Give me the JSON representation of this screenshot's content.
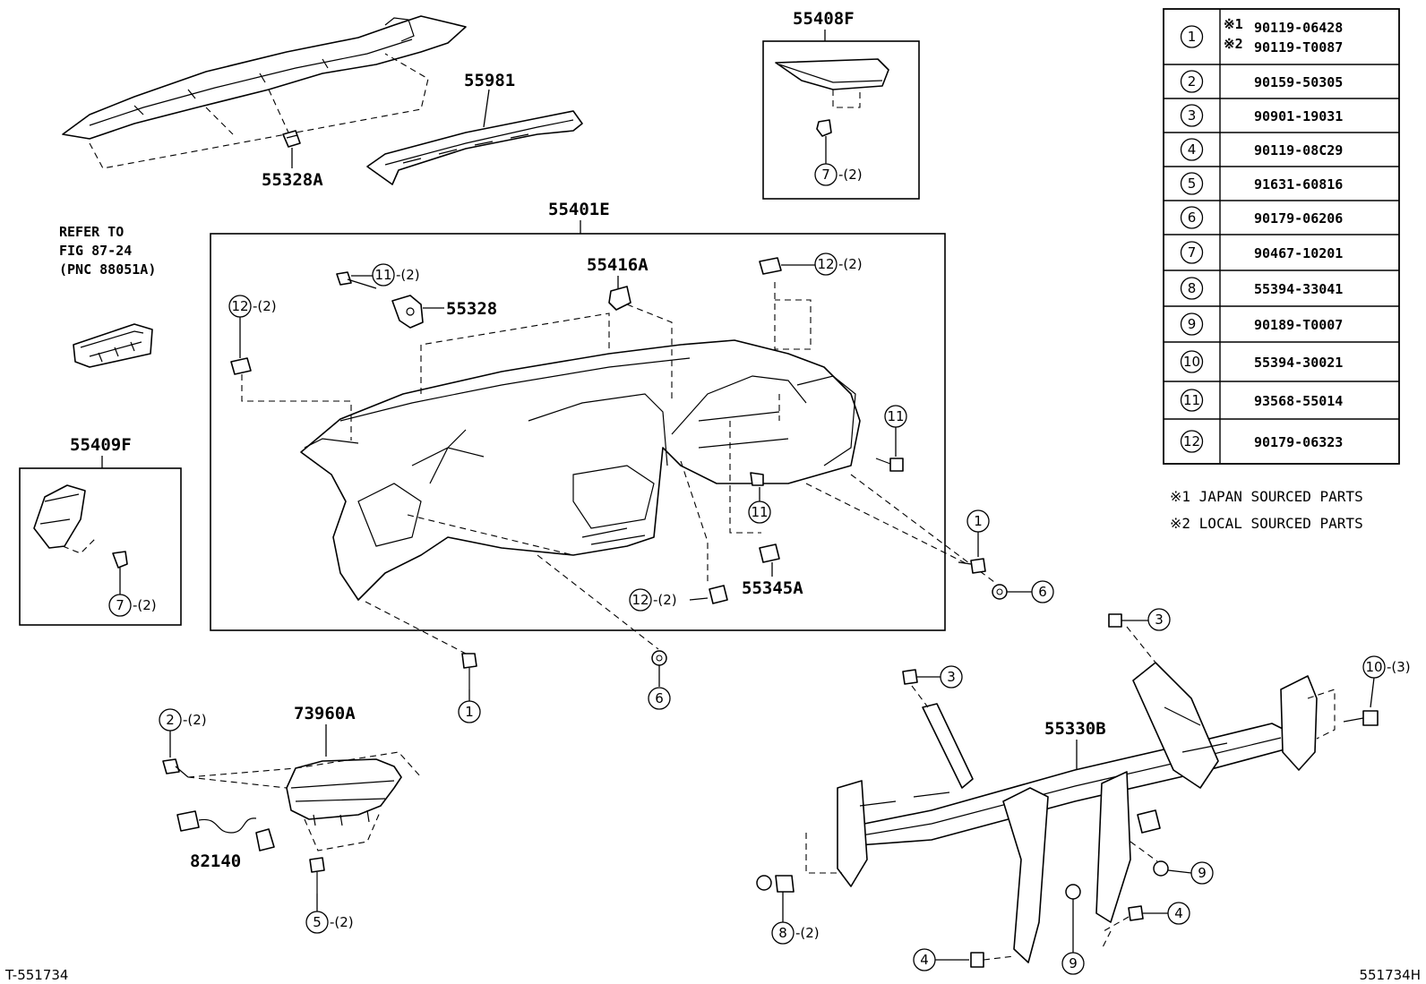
{
  "part_labels": {
    "p55981": "55981",
    "p55328A": "55328A",
    "p55408F": "55408F",
    "p55401E": "55401E",
    "p55416A": "55416A",
    "p55328": "55328",
    "p55409F": "55409F",
    "p55345A": "55345A",
    "p73960A": "73960A",
    "p82140": "82140",
    "p55330B": "55330B"
  },
  "refer_note": {
    "line1": "REFER TO",
    "line2": "FIG 87-24",
    "line3": "(PNC 88051A)"
  },
  "callout_qty": {
    "q2": "-(2)",
    "q3": "-(3)"
  },
  "legend_table": [
    {
      "num": "1",
      "mark1": "※1",
      "part1": "90119-06428",
      "mark2": "※2",
      "part2": "90119-T0087"
    },
    {
      "num": "2",
      "part": "90159-50305"
    },
    {
      "num": "3",
      "part": "90901-19031"
    },
    {
      "num": "4",
      "part": "90119-08C29"
    },
    {
      "num": "5",
      "part": "91631-60816"
    },
    {
      "num": "6",
      "part": "90179-06206"
    },
    {
      "num": "7",
      "part": "90467-10201"
    },
    {
      "num": "8",
      "part": "55394-33041"
    },
    {
      "num": "9",
      "part": "90189-T0007"
    },
    {
      "num": "10",
      "part": "55394-30021"
    },
    {
      "num": "11",
      "part": "93568-55014"
    },
    {
      "num": "12",
      "part": "90179-06323"
    }
  ],
  "footnotes": {
    "n1": "※1 JAPAN SOURCED PARTS",
    "n2": "※2 LOCAL SOURCED PARTS"
  },
  "corner_left": "T-551734",
  "corner_right": "551734H"
}
